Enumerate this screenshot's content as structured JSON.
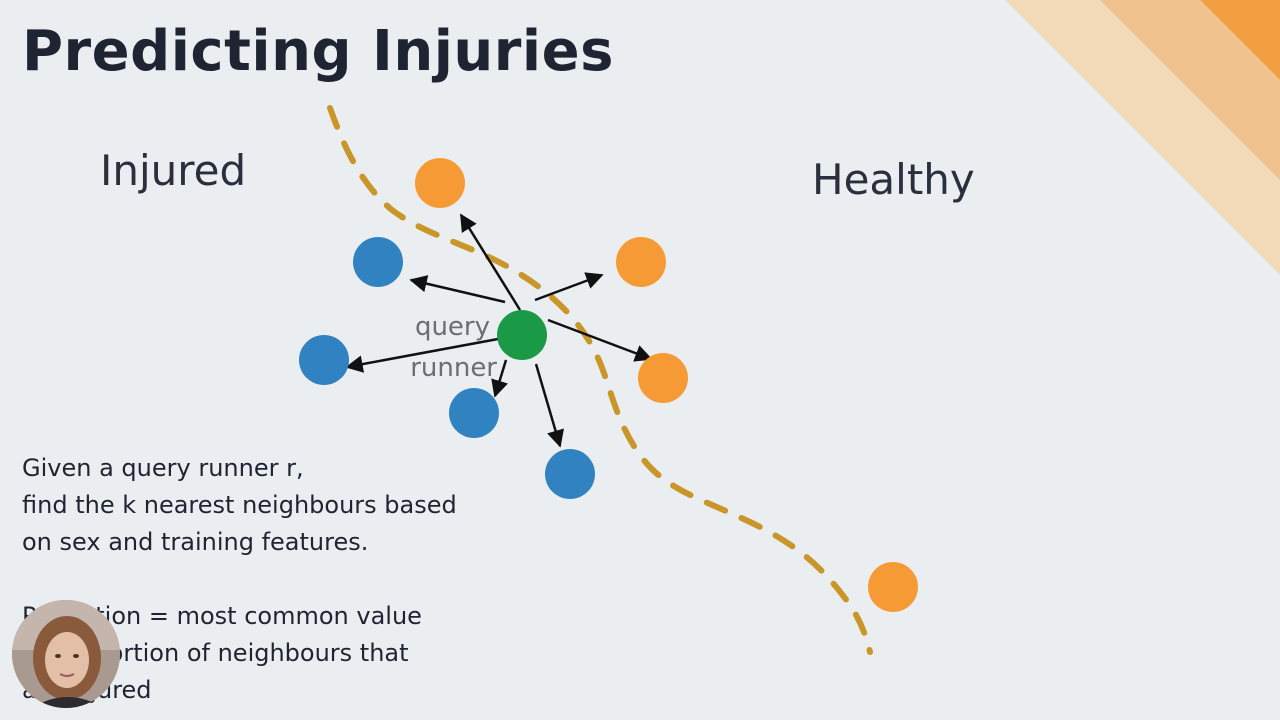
{
  "slide": {
    "title": "Predicting Injuries",
    "labels": {
      "injured": "Injured",
      "healthy": "Healthy"
    },
    "query": {
      "line1": "query",
      "line2": "runner"
    },
    "description": {
      "line1": "Given a query runner r,",
      "line2": "find the k nearest neighbours based",
      "line3": "on sex and training features.",
      "prediction_line1": "Prediction  = most common value",
      "prediction_line2": "or proportion of neighbours that",
      "prediction_line3": "are injured"
    }
  },
  "colors": {
    "background": "#ebeef0",
    "injured_point": "#3182c1",
    "healthy_point": "#f69a35",
    "query_point": "#1a9a46",
    "boundary": "#c9962a",
    "arrow": "#111111",
    "stripe_light": "#f2d9b8",
    "stripe_mid": "#f0c38e",
    "stripe_dark": "#f29f42"
  },
  "icons": {
    "presenter": "presenter-webcam"
  }
}
